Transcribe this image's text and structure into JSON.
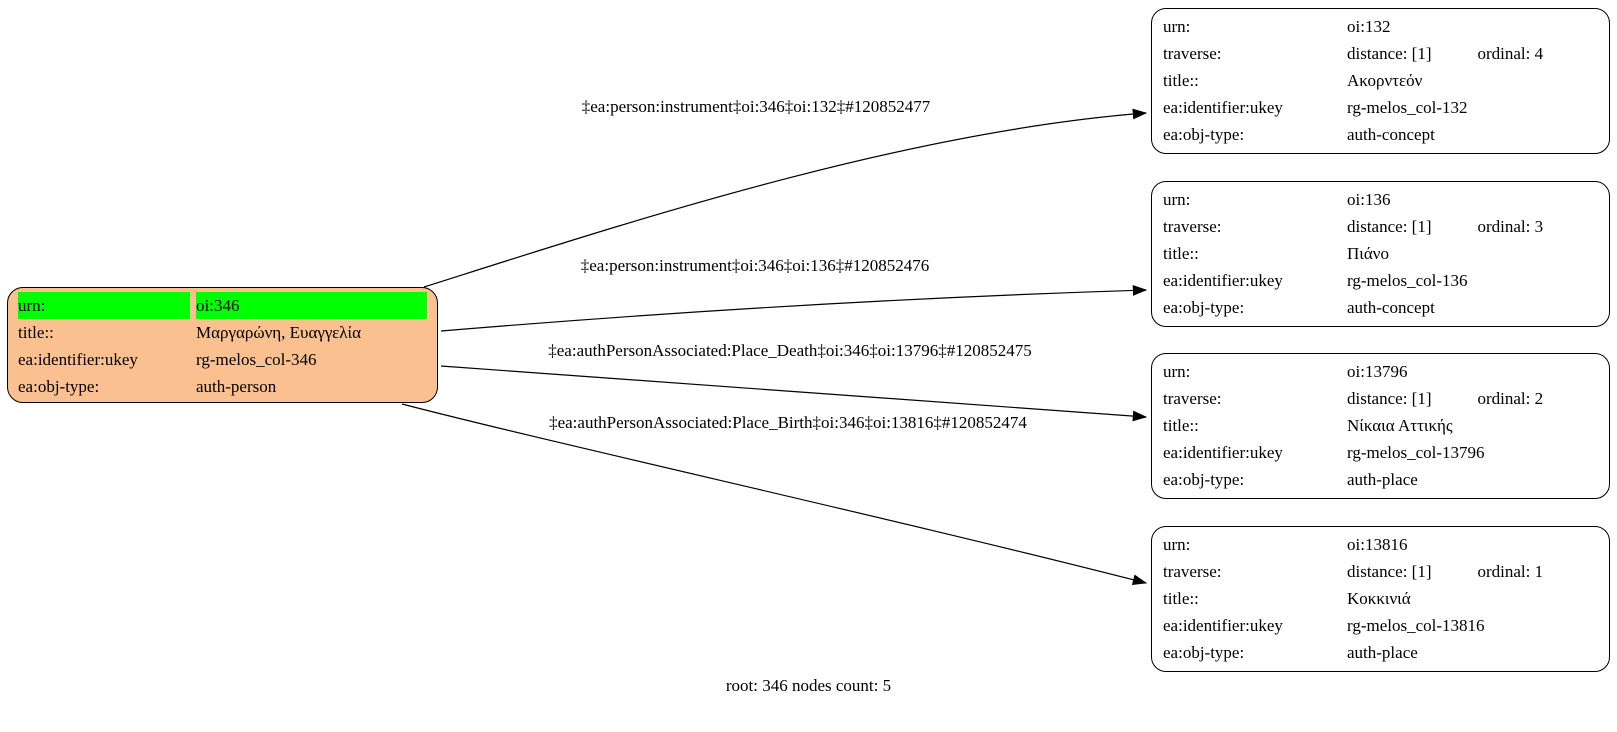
{
  "canvas": {
    "background": "#ffffff",
    "edge_color": "#000000"
  },
  "root_node": {
    "fill": "#FAC090",
    "highlight_fill": "#00FF00",
    "urn_label": "urn:",
    "urn_value": "oi:346",
    "title_label": "title::",
    "title_value": "Μαργαρώνη, Ευαγγελία",
    "ukey_label": "ea:identifier:ukey",
    "ukey_value": "rg-melos_col-346",
    "objtype_label": "ea:obj-type:",
    "objtype_value": "auth-person"
  },
  "nodes": [
    {
      "urn_label": "urn:",
      "urn_value": "oi:132",
      "traverse_label": "traverse:",
      "distance": "distance: [1]",
      "ordinal": "ordinal: 4",
      "title_label": "title::",
      "title_value": "Ακορντεόν",
      "ukey_label": "ea:identifier:ukey",
      "ukey_value": "rg-melos_col-132",
      "objtype_label": "ea:obj-type:",
      "objtype_value": "auth-concept"
    },
    {
      "urn_label": "urn:",
      "urn_value": "oi:136",
      "traverse_label": "traverse:",
      "distance": "distance: [1]",
      "ordinal": "ordinal: 3",
      "title_label": "title::",
      "title_value": "Πιάνο",
      "ukey_label": "ea:identifier:ukey",
      "ukey_value": "rg-melos_col-136",
      "objtype_label": "ea:obj-type:",
      "objtype_value": "auth-concept"
    },
    {
      "urn_label": "urn:",
      "urn_value": "oi:13796",
      "traverse_label": "traverse:",
      "distance": "distance: [1]",
      "ordinal": "ordinal: 2",
      "title_label": "title::",
      "title_value": "Νίκαια Αττικής",
      "ukey_label": "ea:identifier:ukey",
      "ukey_value": "rg-melos_col-13796",
      "objtype_label": "ea:obj-type:",
      "objtype_value": "auth-place"
    },
    {
      "urn_label": "urn:",
      "urn_value": "oi:13816",
      "traverse_label": "traverse:",
      "distance": "distance: [1]",
      "ordinal": "ordinal: 1",
      "title_label": "title::",
      "title_value": "Κοκκινιά",
      "ukey_label": "ea:identifier:ukey",
      "ukey_value": "rg-melos_col-13816",
      "objtype_label": "ea:obj-type:",
      "objtype_value": "auth-place"
    }
  ],
  "edges": [
    {
      "label": "‡ea:person:instrument‡oi:346‡oi:132‡#120852477"
    },
    {
      "label": "‡ea:person:instrument‡oi:346‡oi:136‡#120852476"
    },
    {
      "label": "‡ea:authPersonAssociated:Place_Death‡oi:346‡oi:13796‡#120852475"
    },
    {
      "label": "‡ea:authPersonAssociated:Place_Birth‡oi:346‡oi:13816‡#120852474"
    }
  ],
  "footer": {
    "text": "root: 346 nodes count: 5"
  }
}
